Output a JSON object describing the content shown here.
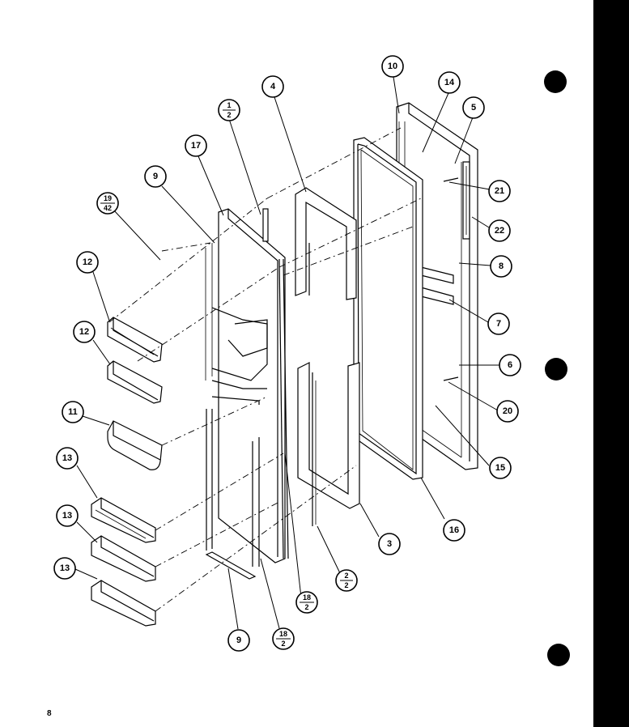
{
  "page": {
    "number": "8"
  },
  "callouts": [
    {
      "id": "c1-2",
      "num": "1",
      "den": "2"
    },
    {
      "id": "c4",
      "label": "4"
    },
    {
      "id": "c10",
      "label": "10"
    },
    {
      "id": "c14",
      "label": "14"
    },
    {
      "id": "c5",
      "label": "5"
    },
    {
      "id": "c17",
      "label": "17"
    },
    {
      "id": "c9-top",
      "label": "9"
    },
    {
      "id": "c19-42",
      "num": "19",
      "den": "42"
    },
    {
      "id": "c21",
      "label": "21"
    },
    {
      "id": "c22",
      "label": "22"
    },
    {
      "id": "c8",
      "label": "8"
    },
    {
      "id": "c12-a",
      "label": "12"
    },
    {
      "id": "c12-b",
      "label": "12"
    },
    {
      "id": "c7",
      "label": "7"
    },
    {
      "id": "c6",
      "label": "6"
    },
    {
      "id": "c11",
      "label": "11"
    },
    {
      "id": "c20",
      "label": "20"
    },
    {
      "id": "c13-a",
      "label": "13"
    },
    {
      "id": "c15",
      "label": "15"
    },
    {
      "id": "c13-b",
      "label": "13"
    },
    {
      "id": "c16",
      "label": "16"
    },
    {
      "id": "c3",
      "label": "3"
    },
    {
      "id": "c13-c",
      "label": "13"
    },
    {
      "id": "c2-2",
      "num": "2",
      "den": "2"
    },
    {
      "id": "c18-2-a",
      "num": "18",
      "den": "2"
    },
    {
      "id": "c9-bottom",
      "label": "9"
    },
    {
      "id": "c18-2-b",
      "num": "18",
      "den": "2"
    }
  ]
}
